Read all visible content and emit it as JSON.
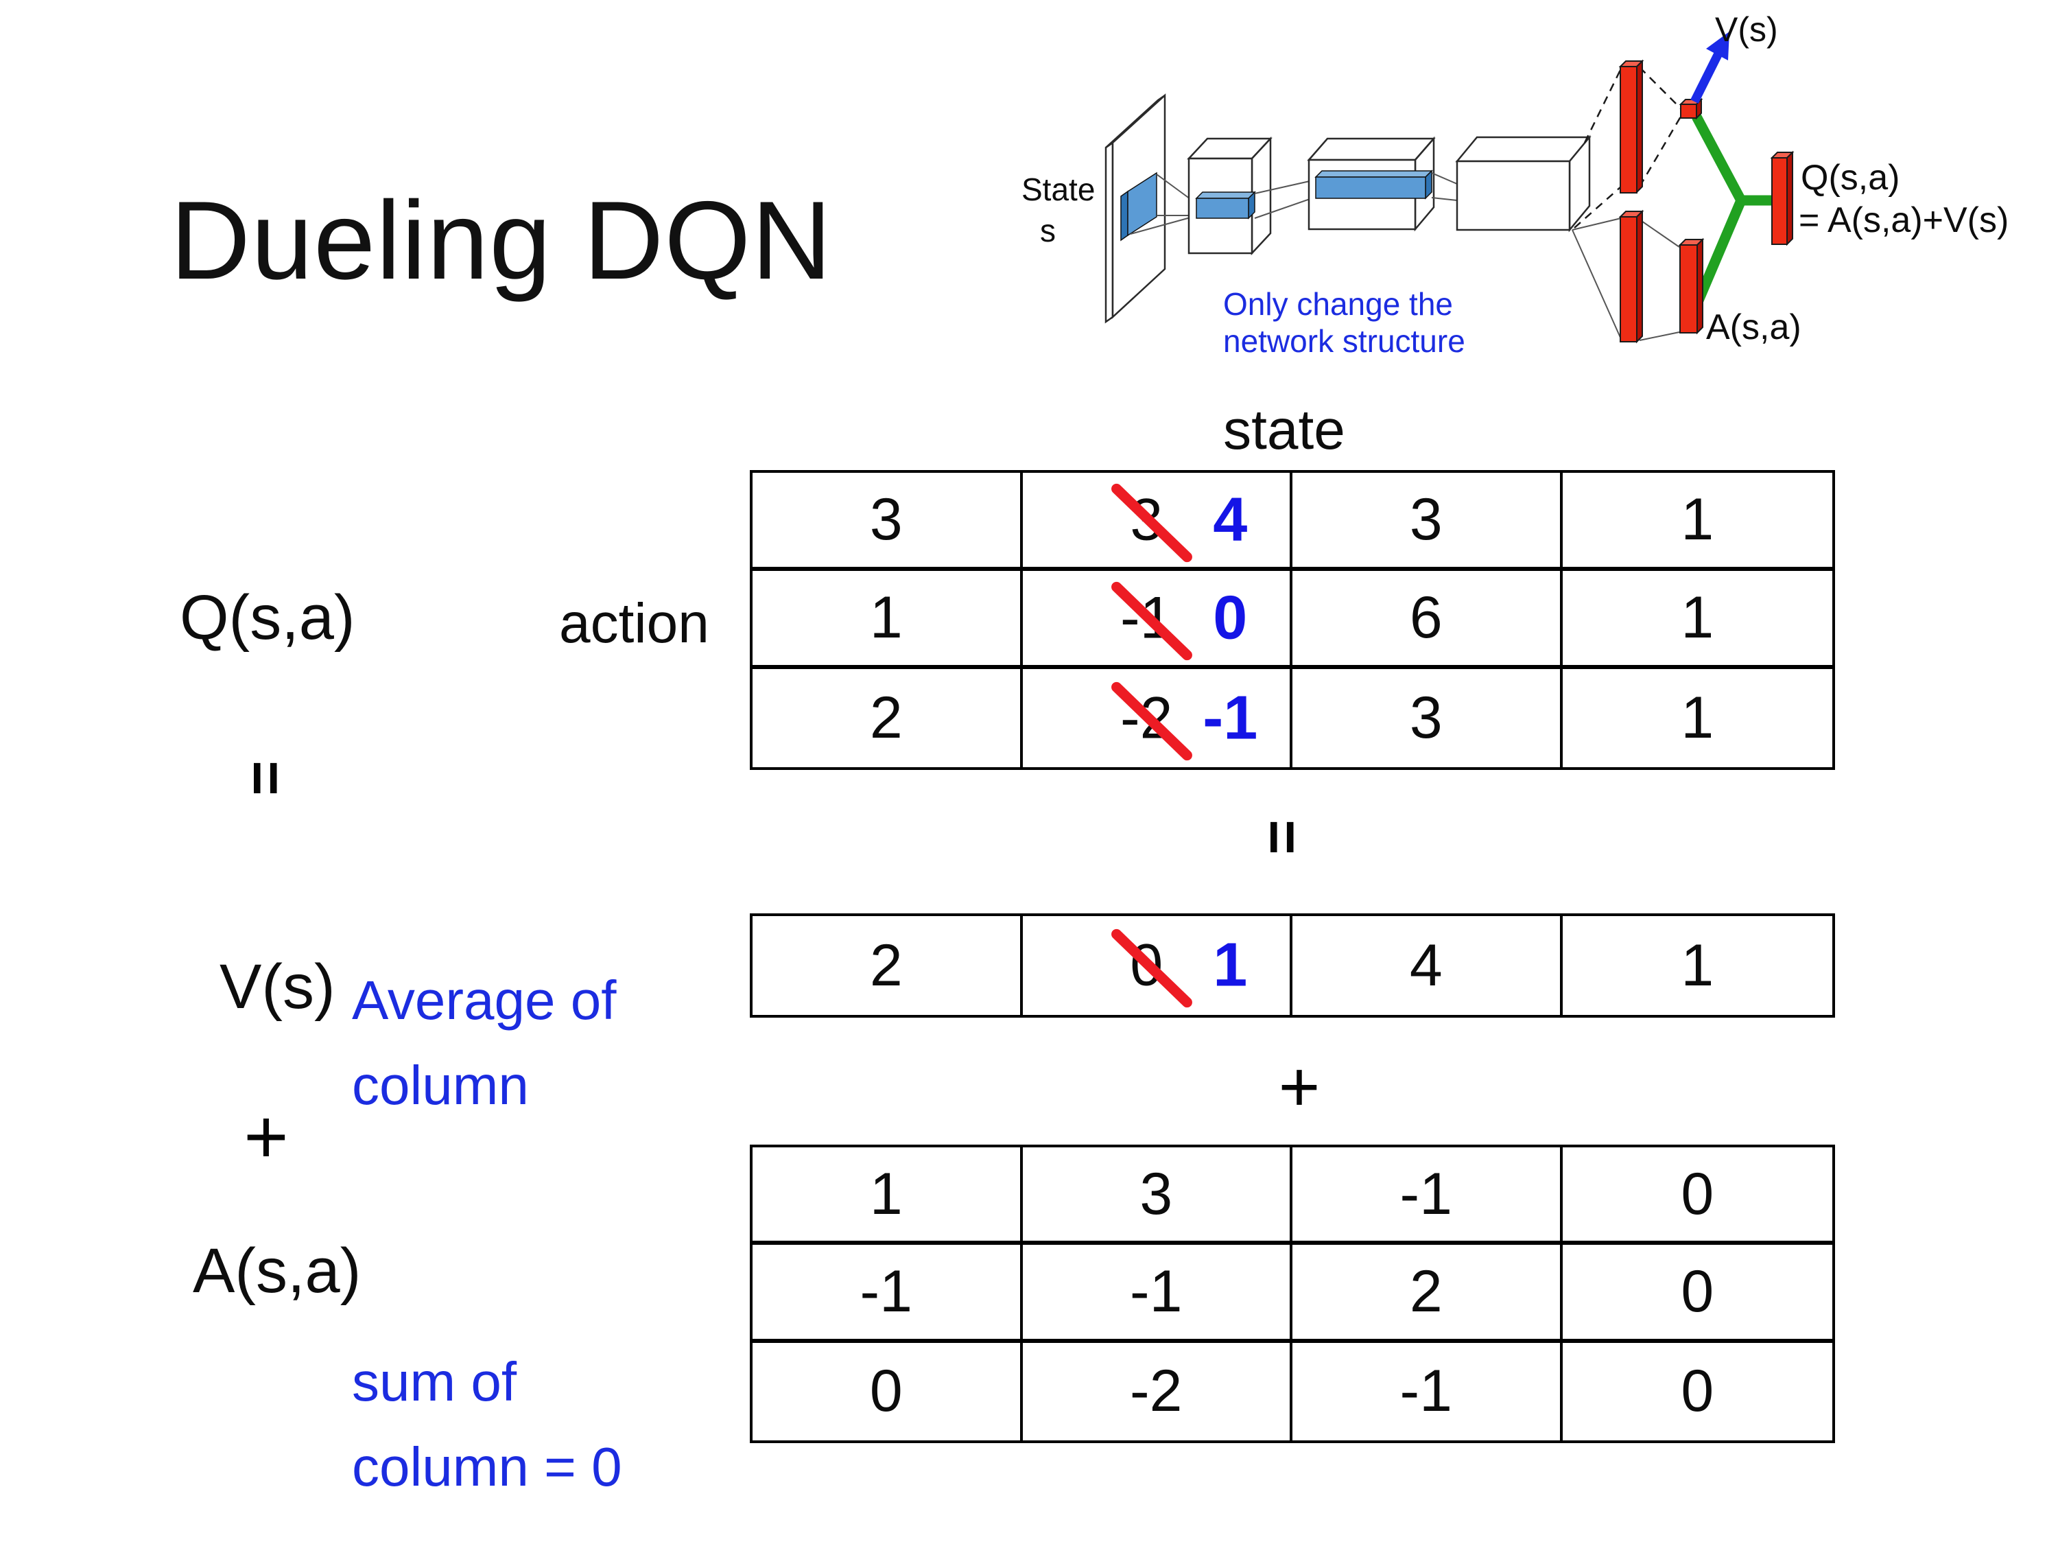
{
  "title": "Dueling DQN",
  "colors": {
    "accent_blue": "#1414e6",
    "note_blue": "#1b2ce0",
    "strike_red": "#ed1c24",
    "bar_red": "#ee2c15",
    "merge_green": "#21a121",
    "conv_blue": "#5b9bd5"
  },
  "diagram": {
    "state_line1": "State",
    "state_line2": "s",
    "v_label": "V(s)",
    "q_line1": "Q(s,a)",
    "q_line2": "= A(s,a)+V(s)",
    "a_label": "A(s,a)",
    "note_line1": "Only change the",
    "note_line2": "network structure"
  },
  "decomposition": {
    "state_header": "state",
    "action_label": "action",
    "q_label": "Q(s,a)",
    "v_label": "V(s)",
    "a_label": "A(s,a)",
    "equals_left": "=",
    "equals_center": "=",
    "plus_left": "+",
    "plus_center": "+",
    "avg_line1": "Average of",
    "avg_line2": "column",
    "sum_line1": "sum of",
    "sum_line2": "column = 0",
    "q_table": {
      "rows": [
        {
          "c0": "3",
          "old": "3",
          "new": "4",
          "c2": "3",
          "c3": "1"
        },
        {
          "c0": "1",
          "old": "-1",
          "new": "0",
          "c2": "6",
          "c3": "1"
        },
        {
          "c0": "2",
          "old": "-2",
          "new": "-1",
          "c2": "3",
          "c3": "1"
        }
      ]
    },
    "v_table": {
      "c0": "2",
      "old": "0",
      "new": "1",
      "c2": "4",
      "c3": "1"
    },
    "a_table": {
      "rows": [
        {
          "c0": "1",
          "c1": "3",
          "c2": "-1",
          "c3": "0"
        },
        {
          "c0": "-1",
          "c1": "-1",
          "c2": "2",
          "c3": "0"
        },
        {
          "c0": "0",
          "c1": "-2",
          "c2": "-1",
          "c3": "0"
        }
      ]
    }
  }
}
